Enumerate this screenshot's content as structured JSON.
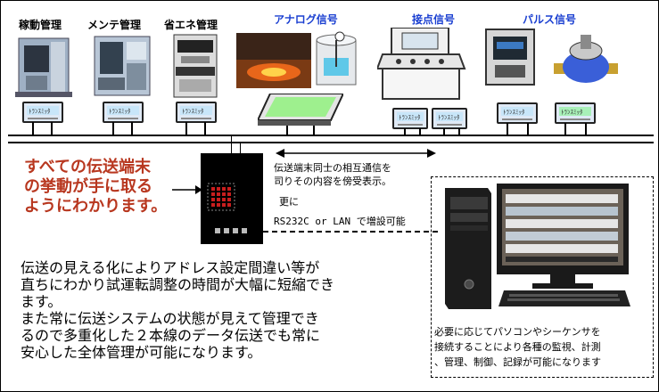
{
  "categories": {
    "operation_mgmt": "稼動管理",
    "maintenance_mgmt": "メンテ管理",
    "energy_mgmt": "省エネ管理",
    "analog_signal": "アナログ信号",
    "contact_signal": "接点信号",
    "pulse_signal": "パルス信号"
  },
  "colors": {
    "analog": "#1a3fd1",
    "contact": "#1a3fd1",
    "pulse": "#1a3fd1",
    "note_red": "#b8371f"
  },
  "terminal_label": "ﾄﾗﾝｽﾐｯﾀ",
  "red_note": [
    "すべての伝送端末",
    "の挙動が手に取る",
    "ようにわかります。"
  ],
  "inter_comm": [
    "伝送端末同士の相互通信を",
    "司りその内容を傍受表示。"
  ],
  "expand": {
    "line1": "更に",
    "line2": "RS232C or LAN で増設可能"
  },
  "body_text": [
    "伝送の見える化によりアドレス設定間違い等が",
    "直ちにわかり試運転調整の時間が大幅に短縮でき",
    "ます。",
    "また常に伝送システムの状態が見えて管理でき",
    "るので多重化した２本線のデータ伝送でも常に",
    "安心した全体管理が可能になります。"
  ],
  "pc_text": [
    "必要に応じてパソコンやシーケンサを",
    "接続することにより各種の監視、計測",
    "、管理、制御、記録が可能になります"
  ]
}
